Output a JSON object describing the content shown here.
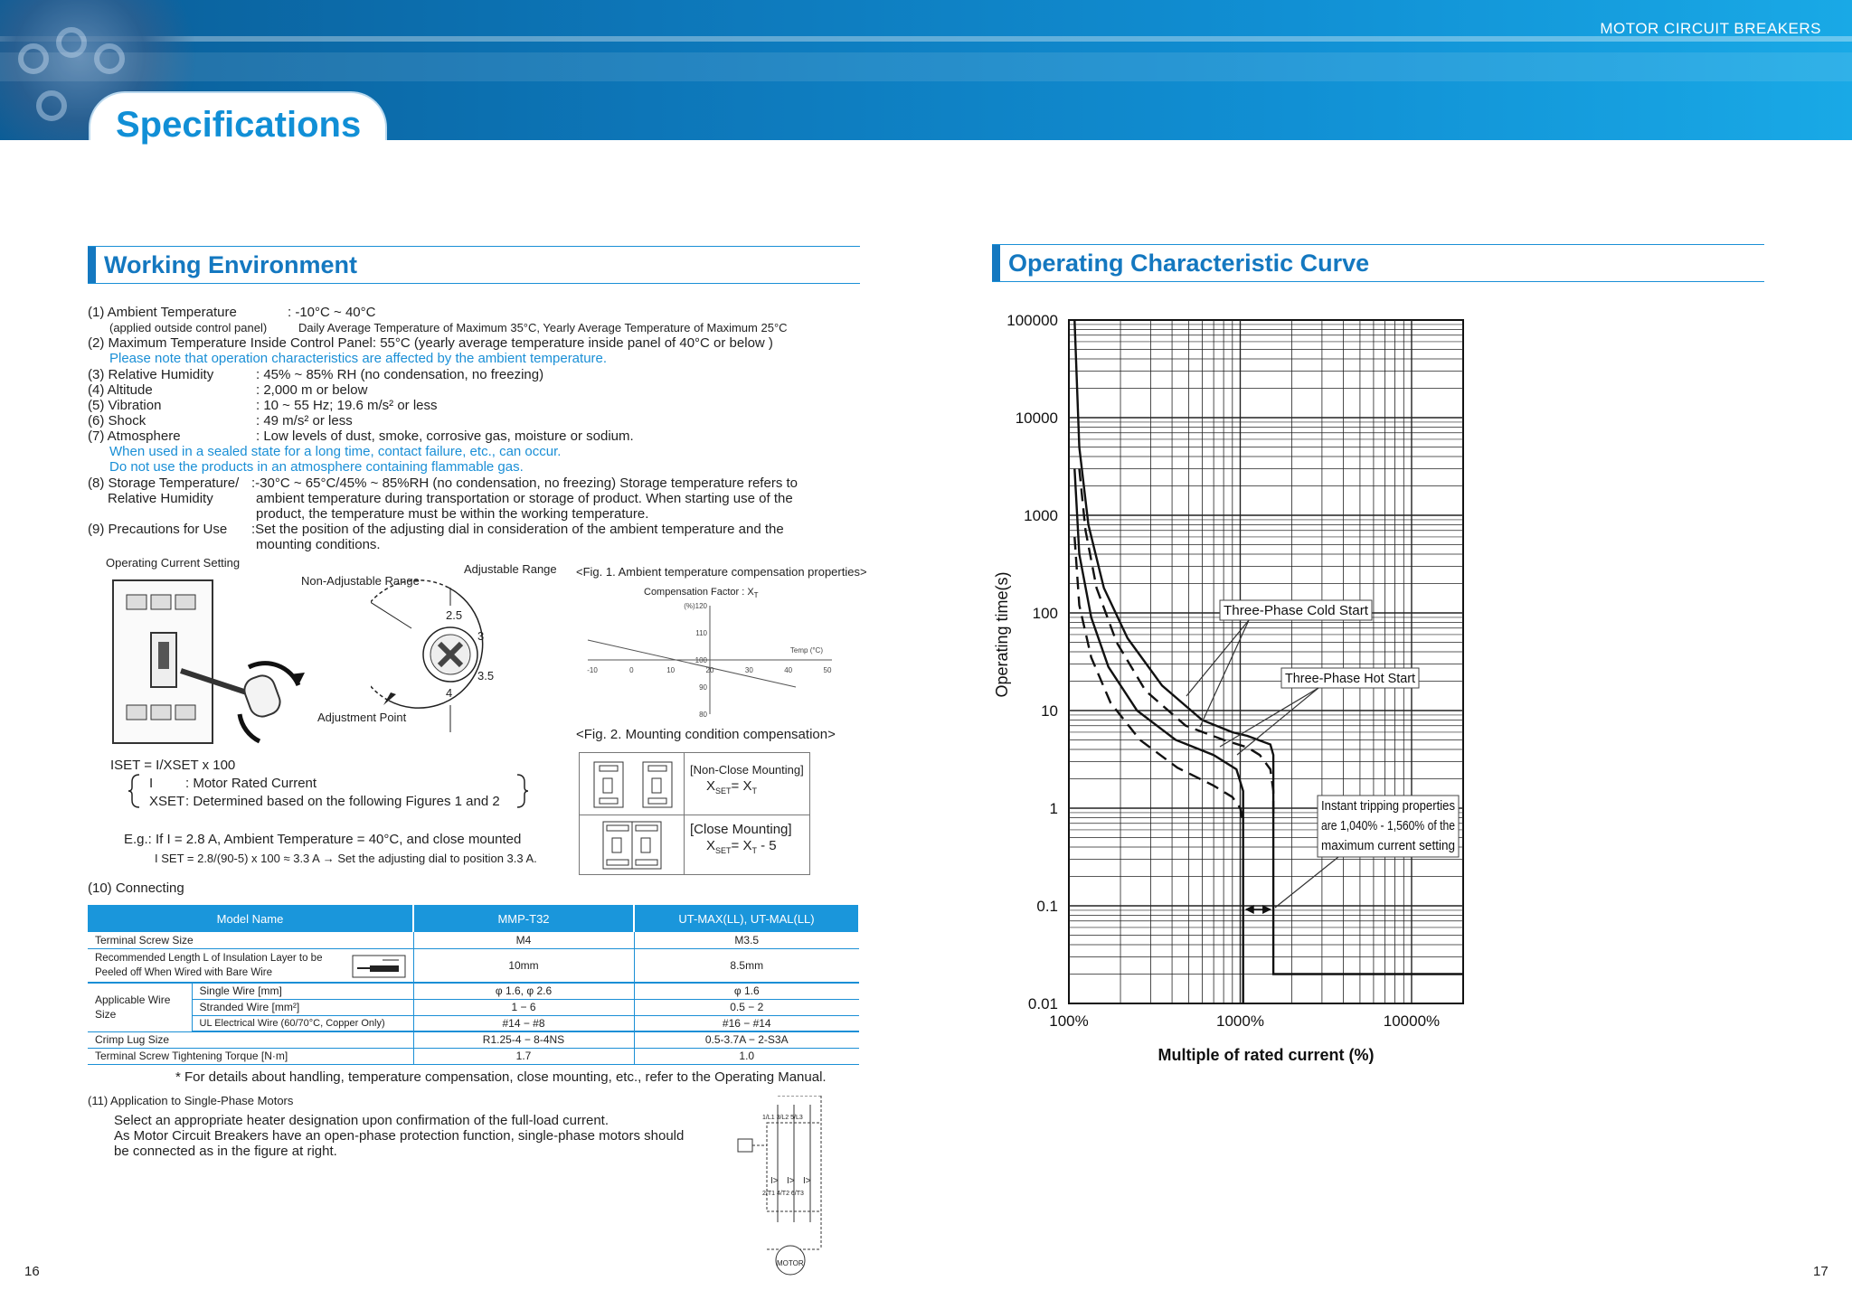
{
  "header": {
    "brand": "MOTOR CIRCUIT BREAKERS",
    "title": "Specifications"
  },
  "left": {
    "section_title": "Working Environment",
    "env": [
      {
        "label": "(1) Ambient Temperature",
        "value": ": -10°C ~ 40°C"
      },
      {
        "sub": "(applied outside control panel)",
        "value": "Daily Average Temperature of Maximum 35°C, Yearly Average Temperature of Maximum 25°C"
      },
      {
        "label": "(2) Maximum Temperature Inside Control Panel: 55°C (yearly average temperature inside panel of 40°C or below )"
      },
      {
        "note": "Please note that operation characteristics are affected by the ambient temperature."
      },
      {
        "label": "(3) Relative Humidity",
        "value": ": 45% ~ 85% RH (no condensation, no freezing)"
      },
      {
        "label": "(4) Altitude",
        "value": ": 2,000 m or below"
      },
      {
        "label": "(5) Vibration",
        "value": ": 10 ~ 55 Hz; 19.6 m/s² or less"
      },
      {
        "label": "(6) Shock",
        "value": ": 49 m/s² or less"
      },
      {
        "label": "(7) Atmosphere",
        "value": ": Low levels of dust, smoke, corrosive gas, moisture or sodium."
      },
      {
        "note": "When used in a sealed state for a long time, contact failure, etc., can occur."
      },
      {
        "note": "Do not use the products in an atmosphere containing flammable gas."
      },
      {
        "label": "(8) Storage Temperature/",
        "value": ":-30°C ~ 65°C/45% ~ 85%RH (no condensation, no freezing) Storage temperature refers to"
      },
      {
        "sub": "Relative Humidity",
        "value": "ambient temperature during transportation or storage of product. When starting use of the"
      },
      {
        "value": "product, the temperature must be within the working temperature."
      },
      {
        "label": "(9) Precautions for Use",
        "value": ":Set the position of the adjusting dial in consideration of the ambient temperature and the"
      },
      {
        "value": "mounting conditions."
      }
    ],
    "dial": {
      "operating_current_setting": "Operating Current Setting",
      "non_adjustable": "Non-Adjustable Range",
      "adjustable": "Adjustable Range",
      "adjustment_point": "Adjustment Point",
      "marks": [
        "2.5",
        "3",
        "3.5",
        "4"
      ]
    },
    "fig1": {
      "title": "<Fig. 1. Ambient temperature compensation properties>",
      "factor": "Compensation Factor : X",
      "factor_sub": "T",
      "unit": "(%)",
      "axis": "Temp (°C)",
      "x_ticks": [
        "-10",
        "0",
        "10",
        "20",
        "30",
        "40",
        "50"
      ],
      "y_ticks": [
        "120",
        "110",
        "100",
        "90",
        "80"
      ]
    },
    "fig2": {
      "title": "<Fig. 2. Mounting condition compensation>",
      "non_close": "[Non-Close Mounting]",
      "non_close_formula": "X   = X",
      "close": "[Close Mounting]",
      "close_formula": "X   = X  - 5",
      "set": "SET",
      "t": "T"
    },
    "formula": {
      "iset": "ISET = I/XSET x 100",
      "i_label": "I",
      "i_desc": ": Motor Rated Current",
      "x_label": "XSET",
      "x_desc": ": Determined based on the following Figures 1 and 2",
      "example1": "E.g.: If I = 2.8 A, Ambient Temperature = 40°C, and close mounted",
      "example2": "I SET = 2.8/(90-5) x 100 ≈ 3.3 A → Set the adjusting dial to position 3.3 A."
    },
    "connecting": {
      "label": "(10) Connecting",
      "headers": [
        "Model Name",
        "MMP-T32",
        "UT-MAX(LL), UT-MAL(LL)"
      ],
      "rows": {
        "screw_size": [
          "Terminal Screw Size",
          "M4",
          "M3.5"
        ],
        "length1": "Recommended Length L of Insulation Layer to be",
        "length2": "Peeled off When Wired with Bare Wire",
        "length_vals": [
          "10mm",
          "8.5mm"
        ],
        "applicable": "Applicable Wire Size",
        "single": [
          "Single Wire [mm]",
          "φ 1.6, φ 2.6",
          "φ 1.6"
        ],
        "stranded": [
          "Stranded Wire [mm²]",
          "1 − 6",
          "0.5 − 2"
        ],
        "ul": [
          "UL Electrical Wire (60/70°C, Copper Only)",
          "#14 − #8",
          "#16 − #14"
        ],
        "crimp": [
          "Crimp Lug Size",
          "R1.25-4 − 8-4NS",
          "0.5-3.7A − 2-S3A"
        ],
        "torque": [
          "Terminal Screw Tightening Torque [N·m]",
          "1.7",
          "1.0"
        ]
      },
      "footnote": "* For details about handling, temperature compensation, close mounting, etc., refer to the Operating Manual."
    },
    "single_phase": {
      "label": "(11) Application to Single-Phase Motors",
      "line1": "Select an appropriate heater designation upon confirmation of the full-load current.",
      "line2": "As Motor Circuit Breakers have an open-phase protection function, single-phase motors should",
      "line3": "be connected as in the figure at right.",
      "terminals_top": "1/L1 3/L2 5/L3",
      "terminals_bottom": "2/T1 4/T2 6/T3",
      "trip": "I>",
      "motor": "MOTOR"
    },
    "page": "16"
  },
  "right": {
    "section_title": "Operating Characteristic Curve",
    "chart_data": {
      "type": "line",
      "title": "",
      "xlabel": "Multiple of rated current (%)",
      "ylabel": "Operating time(s)",
      "x_scale": "log",
      "y_scale": "log",
      "xlim": [
        100,
        20000
      ],
      "ylim": [
        0.01,
        100000
      ],
      "x_ticks": [
        "100%",
        "1000%",
        "10000%"
      ],
      "y_ticks": [
        "100000",
        "10000",
        "1000",
        "100",
        "10",
        "1",
        "0.1",
        "0.01"
      ],
      "grid": true,
      "series": [
        {
          "style": "solid",
          "x": [
            108,
            115,
            130,
            160,
            220,
            350,
            600,
            900,
            1100,
            1500,
            1560,
            1560,
            1600,
            1800,
            2200,
            20000
          ],
          "y": [
            100000,
            5000,
            800,
            180,
            55,
            18,
            8,
            6,
            5.5,
            4.5,
            3.5,
            0.02,
            0.02,
            0.02,
            0.02,
            0.02
          ]
        },
        {
          "style": "dashed",
          "x": [
            115,
            125,
            145,
            190,
            280,
            480,
            800,
            1100,
            1300,
            1500,
            1560,
            1560
          ],
          "y": [
            3000,
            700,
            180,
            50,
            16,
            7,
            5,
            4.2,
            3.5,
            2.5,
            1.5,
            0.8
          ]
        },
        {
          "style": "solid",
          "x": [
            108,
            115,
            135,
            170,
            250,
            420,
            700,
            950,
            1040,
            1040
          ],
          "y": [
            3000,
            400,
            90,
            28,
            10,
            5,
            3.5,
            2.5,
            1.5,
            0.01
          ]
        },
        {
          "style": "dashed",
          "x": [
            108,
            115,
            135,
            175,
            260,
            430,
            700,
            900,
            1000,
            1040
          ],
          "y": [
            600,
            120,
            35,
            12,
            5,
            2.6,
            1.7,
            1.3,
            1.0,
            0.7
          ]
        }
      ],
      "annotations": [
        "Three-Phase Cold Start",
        "Three-Phase Hot Start",
        "Instant tripping properties",
        "are 1,040% - 1,560% of the",
        "maximum current setting"
      ]
    },
    "page": "17"
  }
}
